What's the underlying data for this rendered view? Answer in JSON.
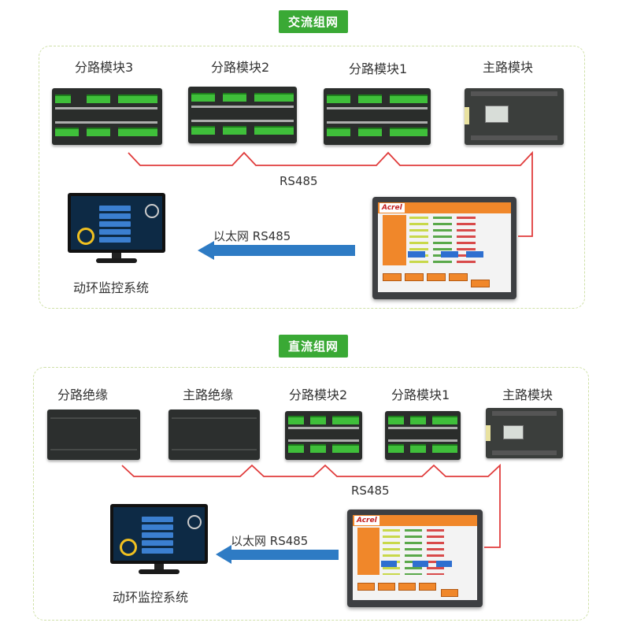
{
  "ac": {
    "title": "交流组网",
    "modules": [
      "分路模块3",
      "分路模块2",
      "分路模块1",
      "主路模块"
    ],
    "bus_label": "RS485",
    "link_label": "以太网 RS485",
    "monitor_label": "动环监控系统"
  },
  "dc": {
    "title": "直流组网",
    "modules": [
      "分路绝缘",
      "主路绝缘",
      "分路模块2",
      "分路模块1",
      "主路模块"
    ],
    "bus_label": "RS485",
    "link_label": "以太网 RS485",
    "monitor_label": "动环监控系统"
  },
  "touch_panel": {
    "brand": "Acrel"
  },
  "colors": {
    "title_bg": "#3aa935",
    "bus_line": "#e03c3c",
    "arrow": "#2e7bc4",
    "panel_border": "#cfe0a8"
  }
}
